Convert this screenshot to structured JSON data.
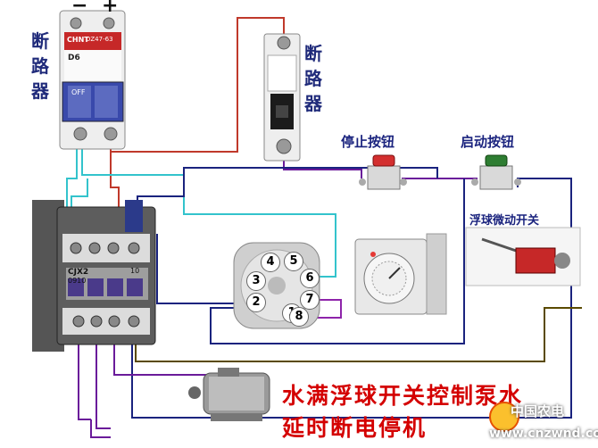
{
  "labels": {
    "breaker_left": [
      "断",
      "路",
      "器"
    ],
    "breaker_right": [
      "断",
      "路",
      "器"
    ],
    "stop_button": "停止按钮",
    "start_button": "启动按钮",
    "float_switch": "浮球微动开关",
    "polarity_minus": "−",
    "polarity_plus": "+"
  },
  "device_text": {
    "breaker_brand": "CHNT",
    "breaker_model": "DZ47-63",
    "breaker_rating": "D6",
    "breaker_off": "OFF",
    "contactor_model": "CJX2",
    "contactor_code": "0910",
    "contactor_num": "10"
  },
  "socket_pins": [
    "1",
    "2",
    "3",
    "4",
    "5",
    "6",
    "7",
    "8"
  ],
  "title": {
    "line1": "水满浮球开关控制泵水",
    "line2": "延时断电停机"
  },
  "watermark": {
    "site": "中国农电",
    "url": "www.cnzwnd.com"
  },
  "colors": {
    "wire_red": "#c0392b",
    "wire_purple": "#6a1b9a",
    "wire_navy": "#1a237e",
    "wire_cyan": "#33c3cc",
    "title_red": "#d40000"
  }
}
